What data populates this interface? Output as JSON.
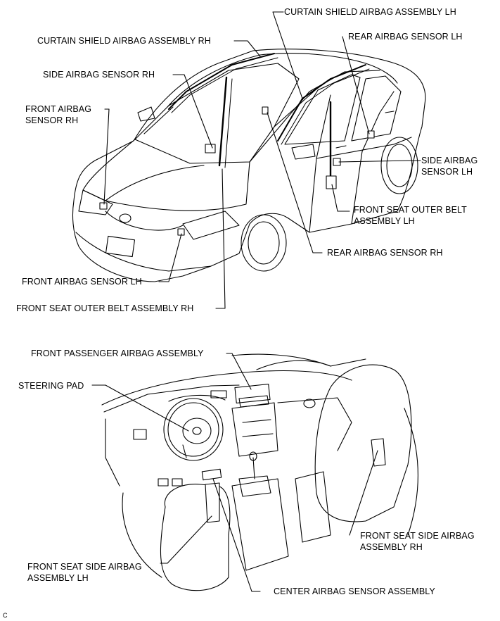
{
  "labels": {
    "curtain_lh": "CURTAIN SHIELD AIRBAG ASSEMBLY LH",
    "rear_sensor_lh": "REAR AIRBAG SENSOR LH",
    "curtain_rh": "CURTAIN SHIELD AIRBAG ASSEMBLY RH",
    "side_sensor_rh": "SIDE AIRBAG SENSOR RH",
    "front_sensor_rh_line1": "FRONT AIRBAG",
    "front_sensor_rh_line2": "SENSOR RH",
    "side_sensor_lh_line1": "SIDE AIRBAG",
    "side_sensor_lh_line2": "SENSOR LH",
    "belt_lh_line1": "FRONT SEAT OUTER BELT",
    "belt_lh_line2": "ASSEMBLY LH",
    "rear_sensor_rh": "REAR AIRBAG SENSOR RH",
    "front_sensor_lh": "FRONT AIRBAG SENSOR LH",
    "belt_rh": "FRONT SEAT OUTER BELT ASSEMBLY RH",
    "passenger_airbag": "FRONT PASSENGER AIRBAG ASSEMBLY",
    "steering_pad": "STEERING PAD",
    "seat_side_rh_line1": "FRONT SEAT SIDE AIRBAG",
    "seat_side_rh_line2": "ASSEMBLY RH",
    "seat_side_lh_line1": "FRONT SEAT SIDE AIRBAG",
    "seat_side_lh_line2": "ASSEMBLY LH",
    "center_sensor": "CENTER AIRBAG SENSOR ASSEMBLY",
    "corner_mark": "C"
  }
}
